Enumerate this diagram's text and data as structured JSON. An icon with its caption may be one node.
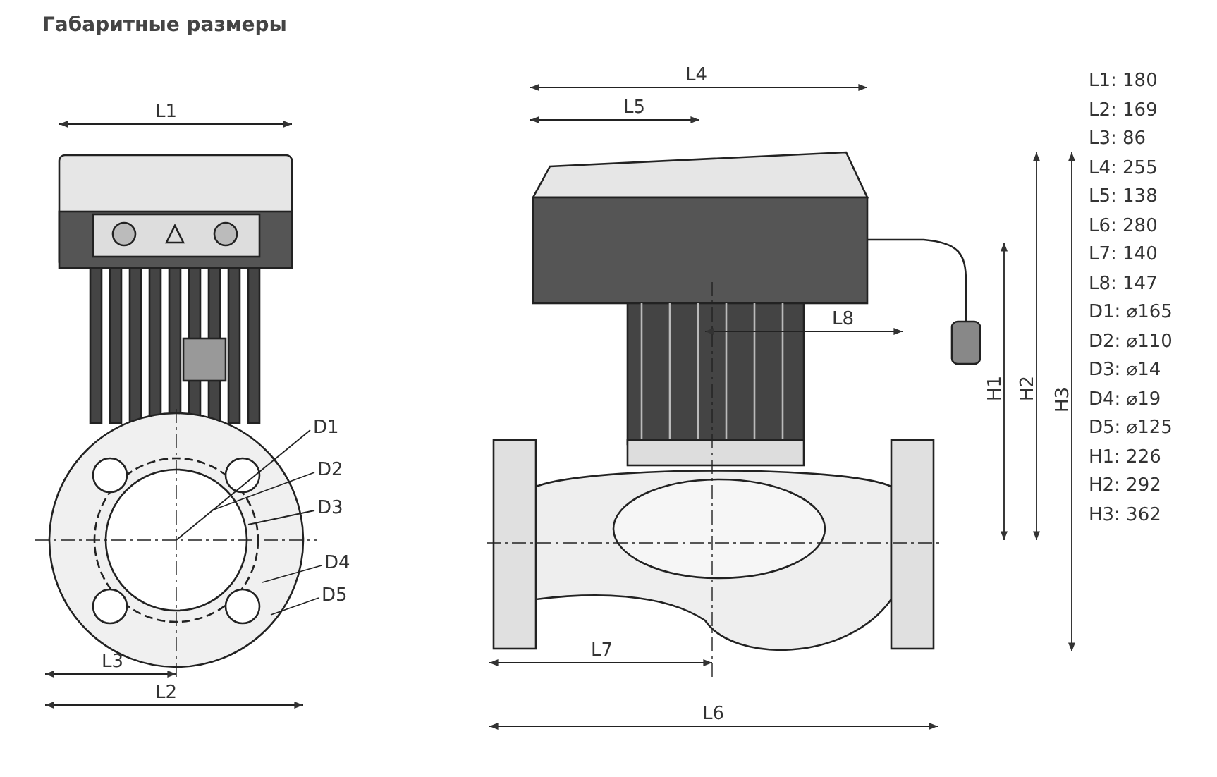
{
  "diagram": {
    "title": "Габаритные размеры",
    "nodes": [
      {
        "text": [
          "D1"
        ]
      },
      {
        "text": [
          "D2"
        ]
      },
      {
        "text": [
          "D3"
        ]
      },
      {
        "text": [
          "D4"
        ]
      },
      {
        "text": [
          "D5"
        ]
      }
    ],
    "edges": [
      {
        "from": 0,
        "to": null,
        "arrow": "none"
      },
      {
        "from": 1,
        "to": null,
        "arrow": "none"
      },
      {
        "from": 2,
        "to": null,
        "arrow": "none"
      },
      {
        "from": 3,
        "to": null,
        "arrow": "none"
      },
      {
        "from": 4,
        "to": null,
        "arrow": "none"
      }
    ],
    "labels": [
      "L1",
      "L4",
      "L5",
      "L8",
      "H1",
      "H2",
      "H3",
      "L3",
      "L7",
      "L2",
      "L6",
      "L1: 180",
      "L2: 169",
      "L3: 86",
      "L4: 255",
      "L5: 138",
      "L6: 280",
      "L7: 140",
      "L8: 147",
      "D1: ⌀165",
      "D2: ⌀110",
      "D3: ⌀14",
      "D4: ⌀19",
      "D5: ⌀125",
      "H1: 226",
      "H2: 292",
      "H3: 362"
    ]
  }
}
